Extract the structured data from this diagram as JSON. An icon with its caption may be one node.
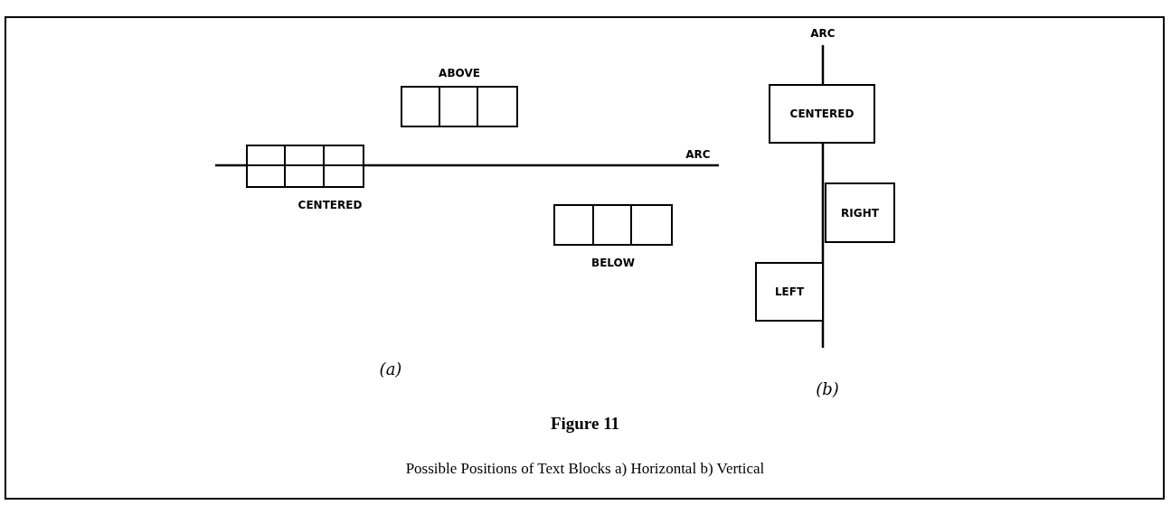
{
  "diagram": {
    "title": "Figure 11",
    "caption": "Possible Positions of Text Blocks a) Horizontal b) Vertical",
    "nodes": [
      {
        "text": [],
        "shape": "box",
        "beside": [
          "ABOVE"
        ]
      },
      {
        "text": [],
        "shape": "box",
        "beside": [
          "CENTERED"
        ]
      },
      {
        "text": [],
        "shape": "box",
        "beside": [
          "BELOW"
        ]
      },
      {
        "text": [
          "CENTERED"
        ]
      },
      {
        "text": [
          "RIGHT"
        ]
      },
      {
        "text": [
          "LEFT"
        ]
      }
    ],
    "edges": [],
    "labels": [
      "ARC",
      "ARC",
      "(a)",
      "(b)"
    ]
  }
}
